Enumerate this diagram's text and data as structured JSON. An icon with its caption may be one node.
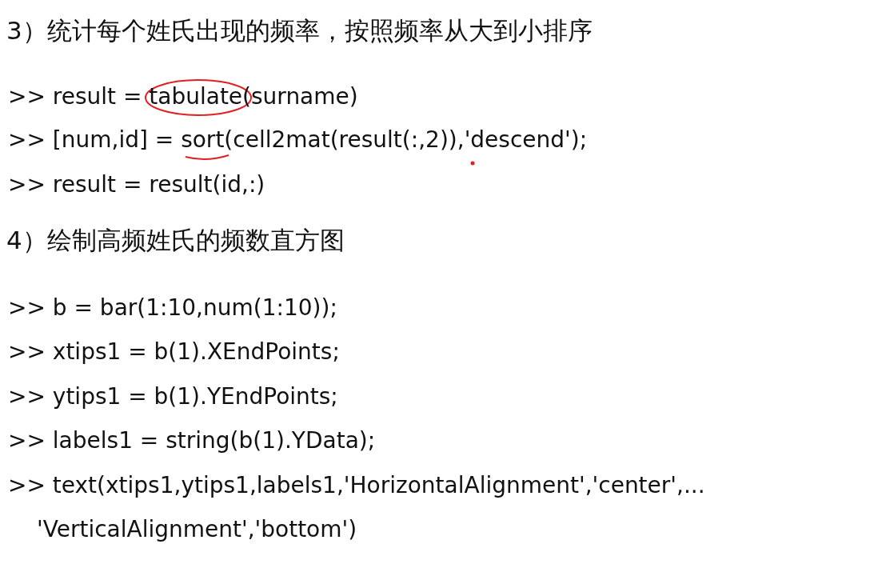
{
  "diagram": {
    "labels": [
      "3）统计每个姓氏出现的频率，按照频率从大到小排序",
      ">> result = tabulate(surname)",
      ">> [num,id] = sort(cell2mat(result(:,2)),'descend');",
      ">> result = result(id,:)",
      "4）绘制高频姓氏的频数直方图",
      ">> b = bar(1:10,num(1:10));",
      ">> xtips1 = b(1).XEndPoints;",
      ">> ytips1 = b(1).YEndPoints;",
      ">> labels1 = string(b(1).YData);",
      ">> text(xtips1,ytips1,labels1,'HorizontalAlignment','center',...",
      "'VerticalAlignment','bottom')"
    ]
  }
}
